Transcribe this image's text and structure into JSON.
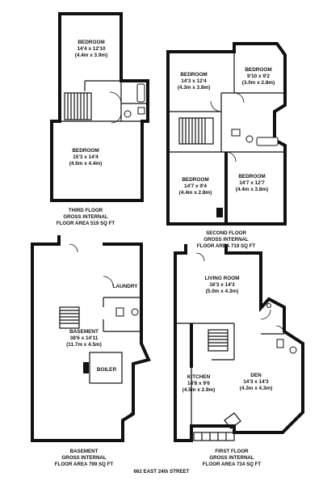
{
  "plans": {
    "third": {
      "rooms": [
        {
          "name": "BEDROOM",
          "size_imperial": "14'4 x 12'10",
          "size_metric": "(4.4m x 3.9m)"
        },
        {
          "name": "BEDROOM",
          "size_imperial": "15'3 x 14'4",
          "size_metric": "(4.6m x 4.4m)"
        }
      ],
      "caption": {
        "line1": "THIRD FLOOR",
        "line2": "GROSS INTERNAL",
        "line3": "FLOOR AREA 519 SQ FT"
      }
    },
    "second": {
      "rooms": [
        {
          "name": "BEDROOM",
          "size_imperial": "14'3 x 12'4",
          "size_metric": "(4.3m x 3.8m)"
        },
        {
          "name": "BEDROOM",
          "size_imperial": "9'10 x 9'2",
          "size_metric": "(3.0m x 2.8m)"
        },
        {
          "name": "BEDROOM",
          "size_imperial": "14'7 x 9'4",
          "size_metric": "(4.4m x 2.8m)"
        },
        {
          "name": "BEDROOM",
          "size_imperial": "14'7 x 12'7",
          "size_metric": "(4.4m x 3.8m)"
        }
      ],
      "caption": {
        "line1": "SECOND FLOOR",
        "line2": "GROSS INTERNAL",
        "line3": "FLOOR AREA 719 SQ FT"
      }
    },
    "basement": {
      "rooms": [
        {
          "name": "LAUNDRY"
        },
        {
          "name": "BASEMENT",
          "size_imperial": "38'6 x 14'11",
          "size_metric": "(11.7m x 4.5m)"
        },
        {
          "name": "BOILER"
        }
      ],
      "caption": {
        "line1": "BASEMENT",
        "line2": "GROSS INTERNAL",
        "line3": "FLOOR AREA 799 SQ FT"
      }
    },
    "first": {
      "rooms": [
        {
          "name": "LIVING ROOM",
          "size_imperial": "16'3 x 14'3",
          "size_metric": "(5.0m x 4.3m)"
        },
        {
          "name": "KITCHEN",
          "size_imperial": "14'8 x 9'6",
          "size_metric": "(4.5m x 2.9m)"
        },
        {
          "name": "DEN",
          "size_imperial": "14'3 x 14'3",
          "size_metric": "(4.3m x 4.3m)"
        }
      ],
      "caption": {
        "line1": "FIRST FLOOR",
        "line2": "GROSS INTERNAL",
        "line3": "FLOOR AREA 734 SQ FT"
      }
    }
  },
  "address": "662 EAST 24th STREET"
}
